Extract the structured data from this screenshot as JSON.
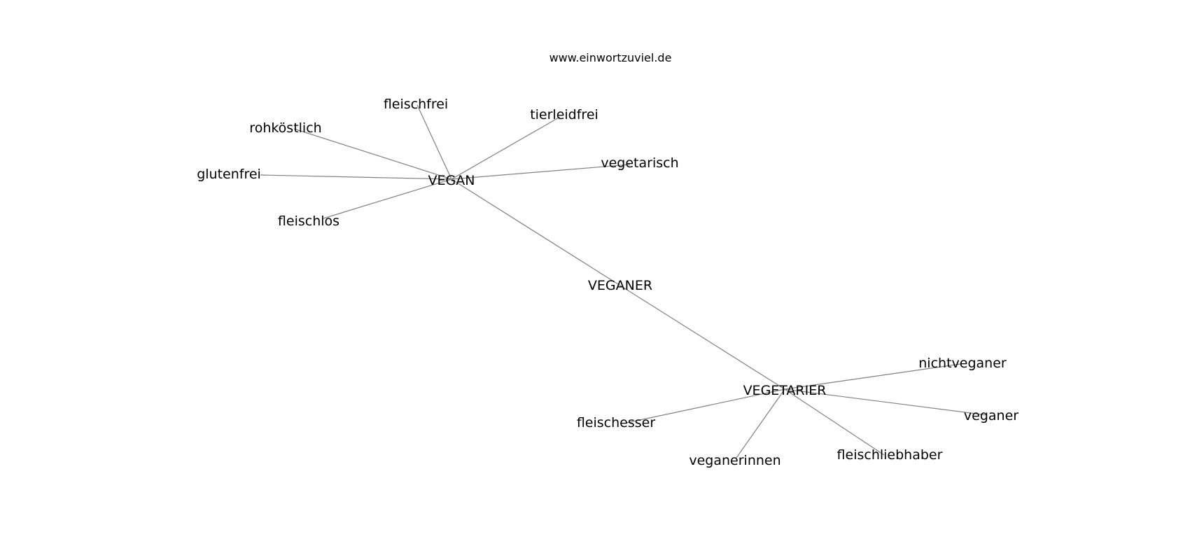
{
  "site": "www.einwortzuviel.de",
  "nodes": [
    {
      "id": "vegan",
      "label": "VEGAN"
    },
    {
      "id": "veganer",
      "label": "VEGANER"
    },
    {
      "id": "vegetarier",
      "label": "VEGETARIER"
    },
    {
      "id": "fleischfrei",
      "label": "fleischfrei"
    },
    {
      "id": "tierleidfrei",
      "label": "tierleidfrei"
    },
    {
      "id": "rohkoestlich",
      "label": "rohköstlich"
    },
    {
      "id": "vegetarisch",
      "label": "vegetarisch"
    },
    {
      "id": "glutenfrei",
      "label": "glutenfrei"
    },
    {
      "id": "fleischlos",
      "label": "fleischlos"
    },
    {
      "id": "nichtveganer",
      "label": "nichtveganer"
    },
    {
      "id": "veganer_lc",
      "label": "veganer"
    },
    {
      "id": "fleischesser",
      "label": "fleischesser"
    },
    {
      "id": "fleischliebhaber",
      "label": "fleischliebhaber"
    },
    {
      "id": "veganerinnen",
      "label": "veganerinnen"
    }
  ],
  "edges": [
    [
      "vegan",
      "fleischfrei"
    ],
    [
      "vegan",
      "tierleidfrei"
    ],
    [
      "vegan",
      "rohkoestlich"
    ],
    [
      "vegan",
      "vegetarisch"
    ],
    [
      "vegan",
      "glutenfrei"
    ],
    [
      "vegan",
      "fleischlos"
    ],
    [
      "vegan",
      "vegetarier"
    ],
    [
      "vegetarier",
      "nichtveganer"
    ],
    [
      "vegetarier",
      "veganer_lc"
    ],
    [
      "vegetarier",
      "fleischesser"
    ],
    [
      "vegetarier",
      "fleischliebhaber"
    ],
    [
      "vegetarier",
      "veganerinnen"
    ]
  ]
}
